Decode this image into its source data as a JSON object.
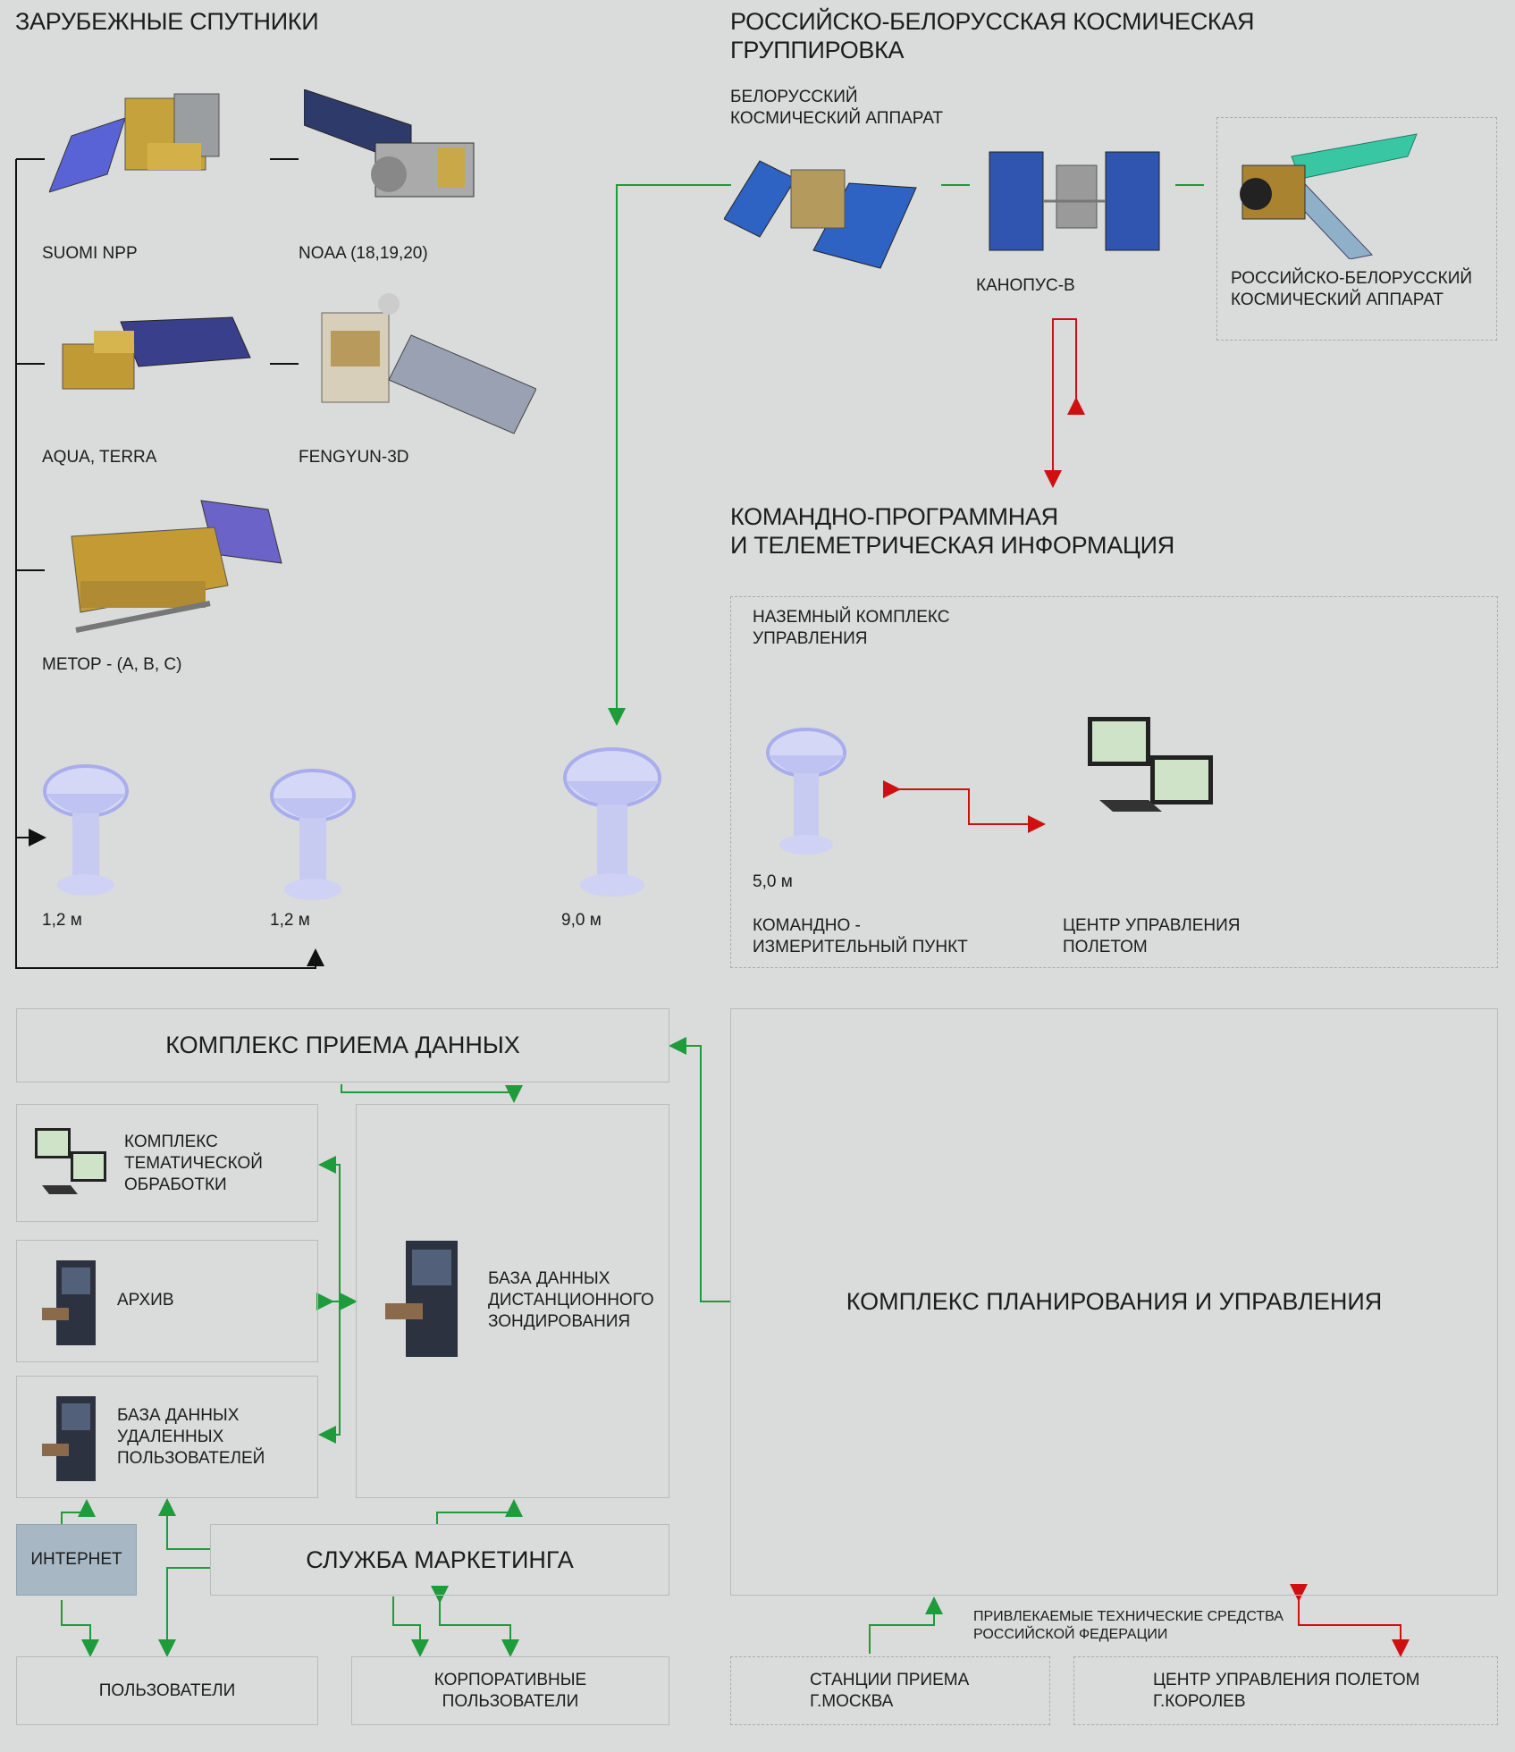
{
  "left_title": "ЗАРУБЕЖНЫЕ СПУТНИКИ",
  "right_title": "РОССИЙСКО-БЕЛОРУССКАЯ КОСМИЧЕСКАЯ\nГРУППИРОВКА",
  "foreign_satellites": [
    "SUOMI NPP",
    "NOAA (18,19,20)",
    "AQUA, TERRA",
    "FENGYUN-3D",
    "МЕТОР - (A, B, C)"
  ],
  "rb_satellites": {
    "belarus": "БЕЛОРУССКИЙ\nКОСМИЧЕСКИЙ АППАРАТ",
    "kanopus": "КАНОПУС-В",
    "rb": "РОССИЙСКО-БЕЛОРУССКИЙ\nКОСМИЧЕСКИЙ АППАРАТ"
  },
  "antennas": [
    "1,2 м",
    "1,2 м",
    "9,0 м"
  ],
  "command_title": "КОМАНДНО-ПРОГРАММНАЯ\nИ ТЕЛЕМЕТРИЧЕСКАЯ ИНФОРМАЦИЯ",
  "ground": {
    "title": "НАЗЕМНЫЙ КОМПЛЕКС\nУПРАВЛЕНИЯ",
    "antenna": "5,0 м",
    "station": "КОМАНДНО -\nИЗМЕРИТЕЛЬНЫЙ ПУНКТ",
    "center": "ЦЕНТР УПРАВЛЕНИЯ\nПОЛЕТОМ"
  },
  "blocks": {
    "reception": "КОМПЛЕКС ПРИЕМА ДАННЫХ",
    "thematic": "КОМПЛЕКС\nТЕМАТИЧЕСКОЙ\nОБРАБОТКИ",
    "archive": "АРХИВ",
    "remote_db": "БАЗА ДАННЫХ\nУДАЛЕННЫХ\nПОЛЬЗОВАТЕЛЕЙ",
    "rs_db": "БАЗА ДАННЫХ\nДИСТАНЦИОННОГО\nЗОНДИРОВАНИЯ",
    "internet": "ИНТЕРНЕТ",
    "marketing": "СЛУЖБА МАРКЕТИНГА",
    "users": "ПОЛЬЗОВАТЕЛИ",
    "corporate": "КОРПОРАТИВНЫЕ\nПОЛЬЗОВАТЕЛИ",
    "planning": "КОМПЛЕКС ПЛАНИРОВАНИЯ И УПРАВЛЕНИЯ"
  },
  "rf_note": "ПРИВЛЕКАЕМЫЕ ТЕХНИЧЕСКИЕ СРЕДСТВА\nРОССИЙСКОЙ ФЕДЕРАЦИИ",
  "rf_moscow": "СТАНЦИИ ПРИЕМА\nГ.МОСКВА",
  "rf_korolev": "ЦЕНТР УПРАВЛЕНИЯ ПОЛЕТОМ\nГ.КОРОЛЕВ",
  "colors": {
    "green": "#1e9b3a",
    "red": "#d01010",
    "dish": "#c9cdf5"
  }
}
